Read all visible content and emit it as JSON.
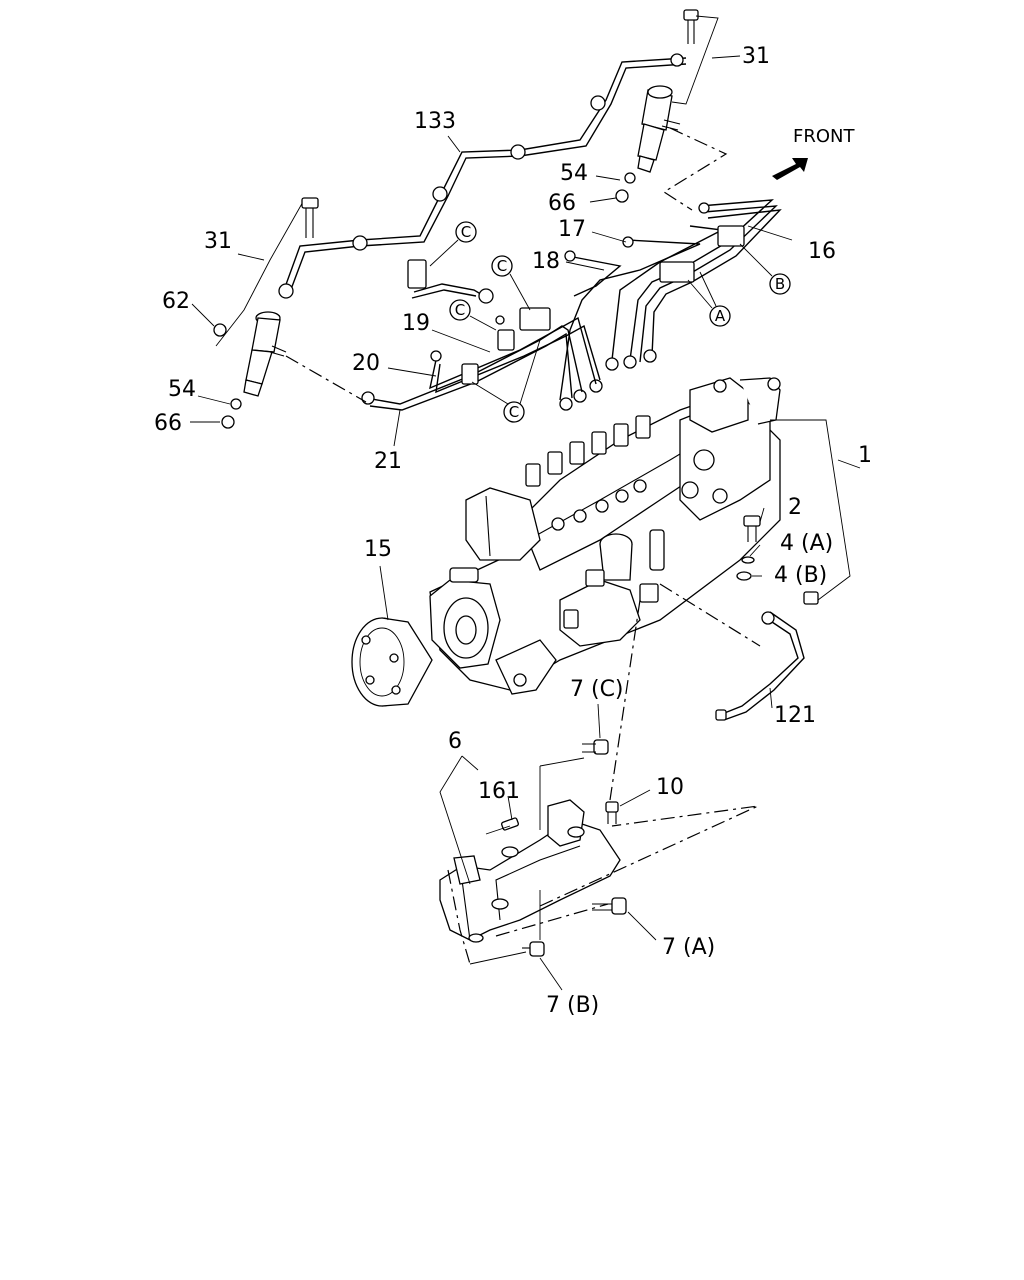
{
  "front_label": "FRONT",
  "labels": {
    "l31a": "31",
    "l133": "133",
    "l54a": "54",
    "l66a": "66",
    "l17": "17",
    "l16": "16",
    "l18": "18",
    "l31b": "31",
    "l62": "62",
    "l19": "19",
    "l20": "20",
    "l54b": "54",
    "l66b": "66",
    "l21": "21",
    "l1": "1",
    "l2": "2",
    "l4a": "4 (A)",
    "l4b": "4 (B)",
    "l15": "15",
    "l121": "121",
    "l7c": "7 (C)",
    "l6": "6",
    "l161": "161",
    "l10": "10",
    "l7a": "7 (A)",
    "l7b": "7 (B)"
  },
  "callouts": {
    "cC1": "C",
    "cC2": "C",
    "cC3": "C",
    "cC4": "C",
    "cA": "A",
    "cB": "B"
  }
}
